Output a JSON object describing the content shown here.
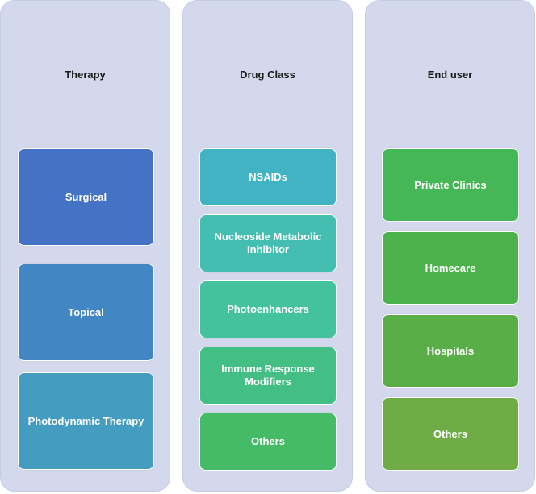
{
  "columns": [
    {
      "title": "Therapy",
      "items": [
        {
          "label": "Surgical",
          "color": "#4472c4"
        },
        {
          "label": "Topical",
          "color": "#4287c3"
        },
        {
          "label": "Photodynamic Therapy",
          "color": "#449dc1"
        }
      ]
    },
    {
      "title": "Drug Class",
      "items": [
        {
          "label": "NSAIDs",
          "color": "#42b3c2"
        },
        {
          "label": "Nucleoside Metabolic Inhibitor",
          "color": "#43beb1"
        },
        {
          "label": "Photoenhancers",
          "color": "#44c19d"
        },
        {
          "label": "Immune Response Modifiers",
          "color": "#43be85"
        },
        {
          "label": "Others",
          "color": "#46bb67"
        }
      ]
    },
    {
      "title": "End user",
      "items": [
        {
          "label": "Private Clinics",
          "color": "#46b756"
        },
        {
          "label": "Homecare",
          "color": "#4cb24c"
        },
        {
          "label": "Hospitals",
          "color": "#5aae48"
        },
        {
          "label": "Others",
          "color": "#6fac46"
        }
      ]
    }
  ]
}
